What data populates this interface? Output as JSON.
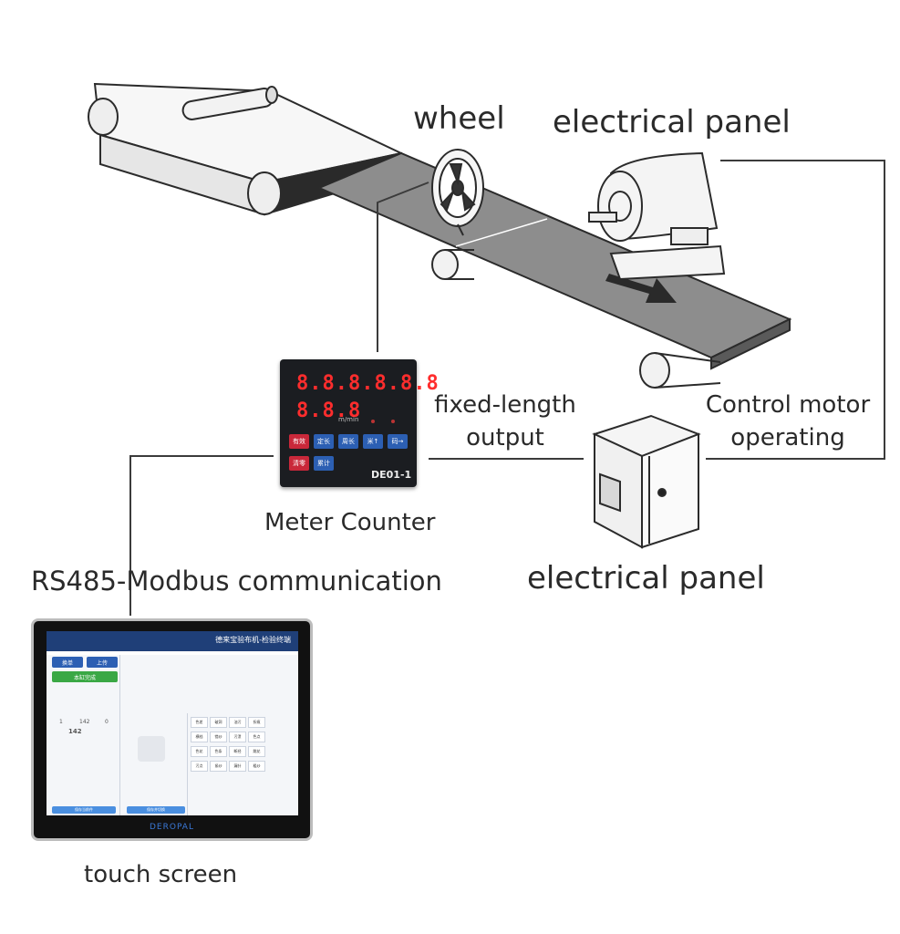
{
  "labels": {
    "wheel": "wheel",
    "electrical_panel_top": "electrical panel",
    "fixed_length_line1": "fixed-length",
    "fixed_length_line2": "output",
    "control_line1": "Control motor",
    "control_line2": "operating",
    "meter_counter": "Meter Counter",
    "electrical_panel_bottom": "electrical panel",
    "rs485": "RS485-Modbus communication",
    "touch_screen": "touch screen"
  },
  "meter": {
    "display_top": "8.8.8.8.8.8",
    "display_bottom": "8.8.8",
    "unit": "m/min",
    "model": "DE01-1",
    "buttons_row1": [
      "有效",
      "定长",
      "周长",
      "米↑",
      "码→"
    ],
    "buttons_row2": [
      "清零",
      "累计"
    ]
  },
  "tablet": {
    "title": "德来宝验布机-检验终端",
    "brand": "DEROPAL",
    "btn_change": "换单",
    "btn_upload": "上传",
    "btn_done": "本缸完成",
    "counts": [
      "1",
      "142",
      "0"
    ],
    "big_value": "142",
    "grid_cells": [
      "色差",
      "破洞",
      "油污",
      "折痕",
      "横档",
      "错纱",
      "污渍",
      "色点",
      "色花",
      "色条",
      "断经",
      "跳花",
      "污点",
      "紧纱",
      "漏针",
      "粗纱"
    ],
    "bottom_btn_left": "保存当前件",
    "bottom_btn_right": "保存并切换"
  },
  "colors": {
    "line": "#3b3b3b",
    "belt": "#8a8a8a",
    "accent_blue": "#2c5fb3",
    "accent_green": "#3aa845",
    "led_red": "#ff2d2d"
  }
}
